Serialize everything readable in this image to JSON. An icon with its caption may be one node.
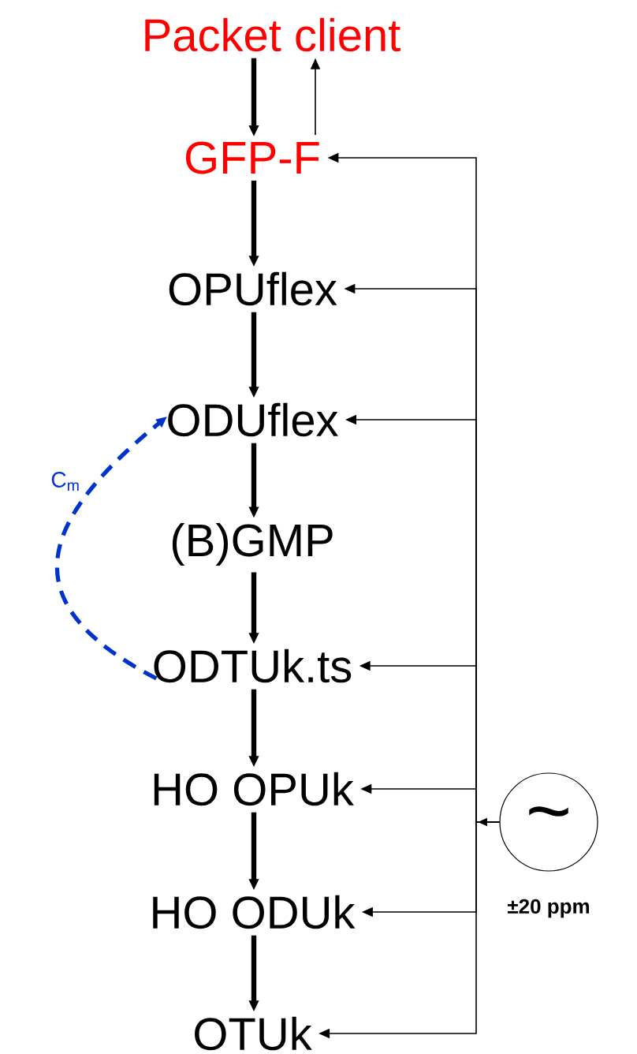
{
  "diagram": {
    "nodes": [
      {
        "text": [
          "Packet client"
        ]
      },
      {
        "text": [
          "GFP-F"
        ]
      },
      {
        "text": [
          "OPUflex"
        ]
      },
      {
        "text": [
          "ODUflex"
        ]
      },
      {
        "text": [
          "(B)GMP"
        ]
      },
      {
        "text": [
          "ODTUk.ts"
        ]
      },
      {
        "text": [
          "HO OPUk"
        ]
      },
      {
        "text": [
          "HO ODUk"
        ]
      },
      {
        "text": [
          "OTUk"
        ]
      },
      {
        "text": [
          "~"
        ],
        "beside": [
          "±20 ppm"
        ]
      }
    ],
    "edges": [
      {
        "from": 0,
        "to": 1,
        "arrow": "to"
      },
      {
        "from": 1,
        "to": 0,
        "arrow": "to"
      },
      {
        "from": 1,
        "to": 2,
        "arrow": "to"
      },
      {
        "from": 2,
        "to": 3,
        "arrow": "to"
      },
      {
        "from": 3,
        "to": 4,
        "arrow": "to"
      },
      {
        "from": 4,
        "to": 5,
        "arrow": "to"
      },
      {
        "from": 5,
        "to": 6,
        "arrow": "to"
      },
      {
        "from": 6,
        "to": 7,
        "arrow": "to"
      },
      {
        "from": 7,
        "to": 8,
        "arrow": "to"
      },
      {
        "from": 5,
        "to": 3,
        "arrow": "to",
        "style": "dashed",
        "color": "#0033cc",
        "label": "C$_{m}$"
      },
      {
        "from": 9,
        "to": 1,
        "arrow": "to"
      },
      {
        "from": 9,
        "to": 2,
        "arrow": "to"
      },
      {
        "from": 9,
        "to": 3,
        "arrow": "to"
      },
      {
        "from": 9,
        "to": 5,
        "arrow": "to"
      },
      {
        "from": 9,
        "to": 6,
        "arrow": "to"
      },
      {
        "from": 9,
        "to": 7,
        "arrow": "to"
      },
      {
        "from": 9,
        "to": 8,
        "arrow": "to"
      }
    ]
  }
}
